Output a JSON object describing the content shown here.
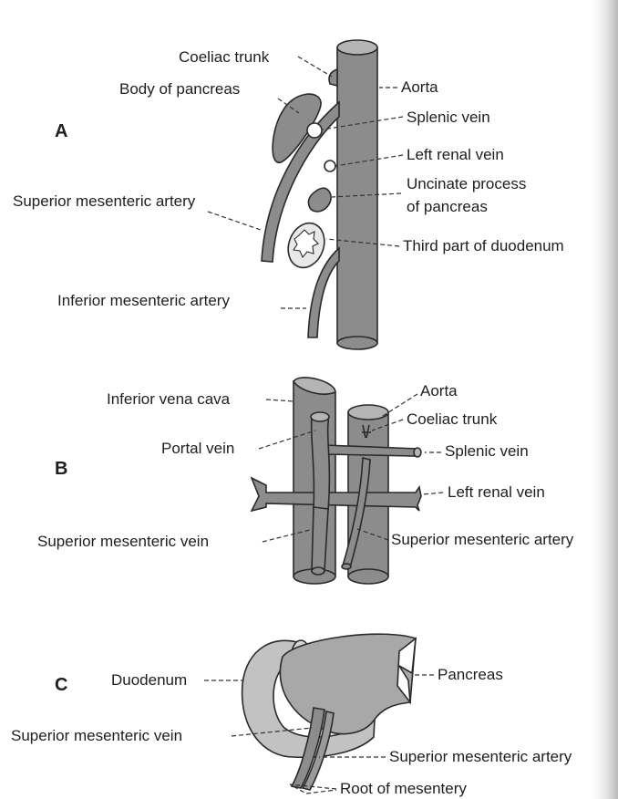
{
  "panels": {
    "a": {
      "letter": "A",
      "labels": {
        "coeliac_trunk": "Coeliac trunk",
        "body_of_pancreas": "Body of pancreas",
        "aorta": "Aorta",
        "splenic_vein": "Splenic vein",
        "left_renal_vein": "Left renal vein",
        "uncinate_1": "Uncinate process",
        "uncinate_2": "of pancreas",
        "superior_mesenteric_artery": "Superior mesenteric artery",
        "third_part_duodenum": "Third part of duodenum",
        "inferior_mesenteric_artery": "Inferior mesenteric artery"
      }
    },
    "b": {
      "letter": "B",
      "labels": {
        "inferior_vena_cava": "Inferior vena cava",
        "aorta": "Aorta",
        "coeliac_trunk": "Coeliac trunk",
        "portal_vein": "Portal vein",
        "splenic_vein": "Splenic vein",
        "left_renal_vein": "Left renal vein",
        "superior_mesenteric_vein": "Superior mesenteric vein",
        "superior_mesenteric_artery": "Superior mesenteric artery"
      }
    },
    "c": {
      "letter": "C",
      "labels": {
        "duodenum": "Duodenum",
        "pancreas": "Pancreas",
        "superior_mesenteric_vein": "Superior mesenteric vein",
        "superior_mesenteric_artery": "Superior mesenteric artery",
        "root_of_mesentery": "Root of mesentery"
      }
    }
  },
  "colors": {
    "vessel_fill": "#8c8c8c",
    "vessel_top": "#b4b4b4",
    "organ_fill": "#c2c2c2",
    "outline": "#2a2a2a"
  }
}
